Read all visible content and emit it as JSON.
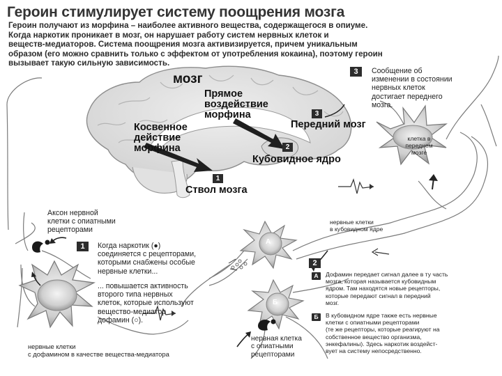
{
  "title": "Героин стимулирует систему поощрения мозга",
  "intro": [
    "Героин получают из морфина – наиболее активного вещества, содержащегося в опиуме.",
    "Когда наркотик проникает в мозг, он нарушает работу систем нервных клеток и",
    "веществ-медиаторов. Система поощрения мозга активизируется, причем уникальным",
    "образом (его можно сравнить только с эффектом от употребления кокаина), поэтому героин",
    "вызывает такую сильную зависимость."
  ],
  "brain": {
    "mozg": "мозг",
    "direct": [
      "Прямое",
      "воздействие",
      "морфина"
    ],
    "indirect": [
      "Косвенное",
      "действие",
      "морфина"
    ],
    "forebrain": "Передний мозг",
    "striatum": "Кубовидное ядро",
    "brainstem": "Ствол мозга",
    "num1": "1",
    "num2": "2",
    "num3": "3"
  },
  "step3": {
    "num": "3",
    "text": [
      "Сообщение об",
      "изменении в состоянии",
      "нервных клеток",
      "достигает переднего",
      "мозга."
    ]
  },
  "forebrain_cell": [
    "клетка в переднем",
    "мозге"
  ],
  "striatum_cells": [
    "нервные клетки",
    "в кубовидном ядре"
  ],
  "axon": [
    "Аксон нервной",
    "клетки с опиатными",
    "рецепторами"
  ],
  "step1": {
    "num": "1",
    "text_a": [
      "Когда наркотик (●)",
      "соединяется с рецепторами,",
      "которыми снабжены особые",
      "нервные клетки..."
    ],
    "text_b": [
      "... повышается активность",
      "второго типа нервных",
      "клеток, которые используют",
      "вещество-медиатор",
      "дофамин (○)."
    ]
  },
  "step2": {
    "num": "2",
    "a_letter": "А",
    "b_letter": "Б",
    "a_text": [
      "Дофамин передает сигнал далее в ту часть",
      "мозга, которая называется кубовидным",
      "ядром. Там находятся новые рецепторы,",
      "которые передают сигнал в передний",
      "мозг."
    ],
    "b_text": [
      "В кубовидном ядре также есть нервные",
      "клетки с опиатными рецепторами",
      "(те же рецепторы, которые реагируют на",
      "собственное вещество организма,",
      "энкефалины). Здесь наркотик воздейст-",
      "вует на систему непосредственно."
    ]
  },
  "cell_A": "А",
  "cell_B": "Б",
  "dopamine_cells": [
    "нервные клетки",
    "с дофамином в качестве вещества-медиатора"
  ],
  "opiate_cell": [
    "нервная клетка",
    "с опиатными",
    "рецепторами"
  ]
}
